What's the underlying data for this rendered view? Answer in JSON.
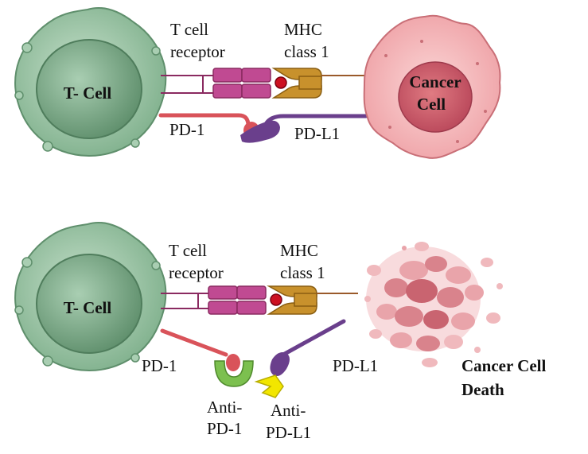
{
  "panel_top": {
    "t_cell": "T- Cell",
    "tcr_line1": "T cell",
    "tcr_line2": "receptor",
    "mhc_line1": "MHC",
    "mhc_line2": "class 1",
    "cancer_line1": "Cancer",
    "cancer_line2": "Cell",
    "pd1": "PD-1",
    "pdl1": "PD-L1"
  },
  "panel_bottom": {
    "t_cell": "T- Cell",
    "tcr_line1": "T cell",
    "tcr_line2": "receptor",
    "mhc_line1": "MHC",
    "mhc_line2": "class 1",
    "pd1": "PD-1",
    "pdl1": "PD-L1",
    "anti_pd1_line1": "Anti-",
    "anti_pd1_line2": "PD-1",
    "anti_pdl1_line1": "Anti-",
    "anti_pdl1_line2": "PD-L1",
    "death_line1": "Cancer Cell",
    "death_line2": "Death"
  },
  "colors": {
    "t_cell": "#8fbf9c",
    "t_cell_nucleus": "#6f9e7c",
    "receptor_magenta": "#c04a92",
    "mhc_gold": "#c8912c",
    "peptide_red": "#cc1020",
    "pd1_red": "#d9535a",
    "pdl1_purple": "#6a3f8c",
    "cancer_pink": "#f3b3b6",
    "anti_pd1_green": "#7cc04f",
    "anti_pdl1_yellow": "#f2e600",
    "tether_brown": "#9a5a2a"
  }
}
